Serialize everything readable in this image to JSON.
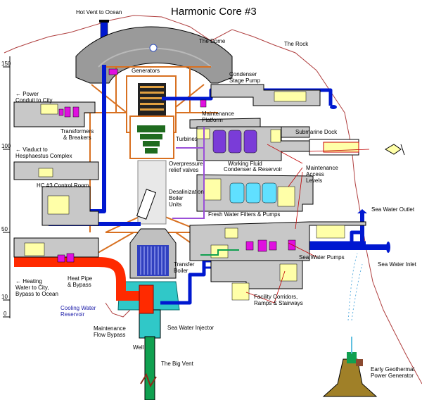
{
  "title": "Harmonic Core #3",
  "labels": {
    "hot_vent": "Hot Vent to Ocean",
    "dome": "The Dome",
    "rock": "The Rock",
    "generators": "Generators",
    "condenser_pump_1": "Condenser",
    "condenser_pump_2": "Stage Pump",
    "power_conduit_1": "← Power",
    "power_conduit_2": "Conduit to City",
    "maintenance_platform_1": "Maintenance",
    "maintenance_platform_2": "Platform",
    "transformers_1": "Transformers",
    "transformers_2": "& Breakers",
    "submarine_dock": "Submarine Dock",
    "turbines": "Turbines",
    "viaduct_1": "← Viaduct to",
    "viaduct_2": "Hesphaestus Complex",
    "working_fluid_1": "Working Fluid",
    "working_fluid_2": "Condenser & Reservoir",
    "overpressure_1": "Overpressure",
    "overpressure_2": "relief valves",
    "maint_access_1": "Maintenance",
    "maint_access_2": "Access",
    "maint_access_3": "Levels",
    "control_room": "HC #3  Control Room",
    "desal_1": "Desalinization",
    "desal_2": "Boiler",
    "desal_3": "Units",
    "fresh_water": "Fresh Water Filters & Pumps",
    "sea_water_outlet": "Sea Water Outlet",
    "sea_water_pumps": "Sea Water Pumps",
    "sea_water_inlet": "Sea Water Inlet",
    "transfer_boiler_1": "Transfer",
    "transfer_boiler_2": "Boiler",
    "heating_1": "← Heating",
    "heating_2": "Water to City,",
    "heating_3": "Bypass to Ocean",
    "heat_pipe_1": "Heat Pipe",
    "heat_pipe_2": "& Bypass",
    "facility_1": "Facility Corridors,",
    "facility_2": "Ramps & Stairways",
    "cooling_1": "Cooling Water",
    "cooling_2": "Reservoir",
    "maint_flow_1": "Maintenance",
    "maint_flow_2": "Flow Bypass",
    "sea_injector": "Sea Water Injector",
    "well": "Well",
    "big_vent": "The Big Vent",
    "geothermal_1": "Early Geothermal",
    "geothermal_2": "Power Generator"
  },
  "depth_scale": [
    "150",
    "100",
    "50",
    "10",
    "0"
  ],
  "colors": {
    "hot_pipe": "#ff2a00",
    "cool_pipe": "#0018d0",
    "building": "#c8c8c8",
    "purple_pipe": "#9a4fd8",
    "yellow_box": "#ffffa8",
    "magenta_unit": "#e010e0",
    "green_turbine": "#1f6b1f",
    "teal_water": "#30c8c8",
    "rock_outline": "#b04040",
    "beam": "#d87020"
  }
}
